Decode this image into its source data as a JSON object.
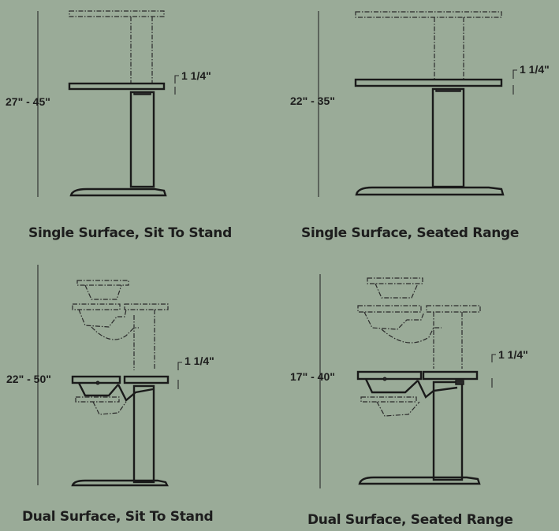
{
  "panels": [
    {
      "range": "27\" - 45\"",
      "thickness": "1 1/4\"",
      "caption": "Single Surface, Sit To Stand"
    },
    {
      "range": "22\" - 35\"",
      "thickness": "1 1/4\"",
      "caption": "Single Surface, Seated Range"
    },
    {
      "range": "22\" - 50\"",
      "thickness": "1 1/4\"",
      "caption": "Dual Surface, Sit To Stand"
    },
    {
      "range": "17\" - 40\"",
      "thickness": "1 1/4\"",
      "caption": "Dual Surface, Seated Range"
    }
  ]
}
